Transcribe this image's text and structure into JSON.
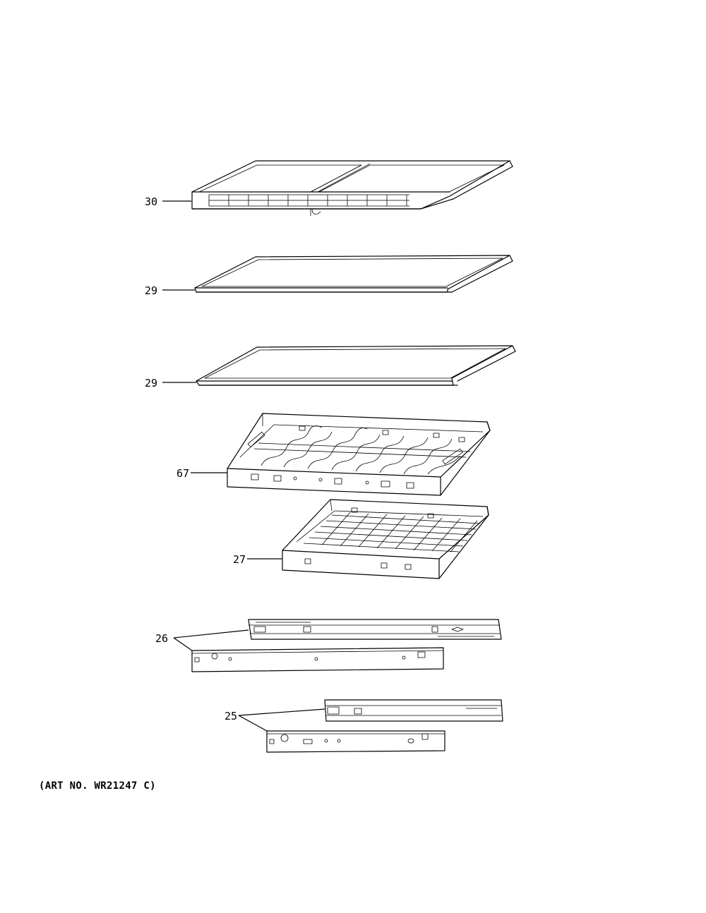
{
  "callouts": {
    "shelf_top": "30",
    "shelf_mid": "29",
    "shelf_low": "29",
    "drawer_upper": "67",
    "drawer_lower": "27",
    "slide_upper": "26",
    "slide_lower": "25"
  },
  "art_number": "(ART NO. WR21247 C)"
}
